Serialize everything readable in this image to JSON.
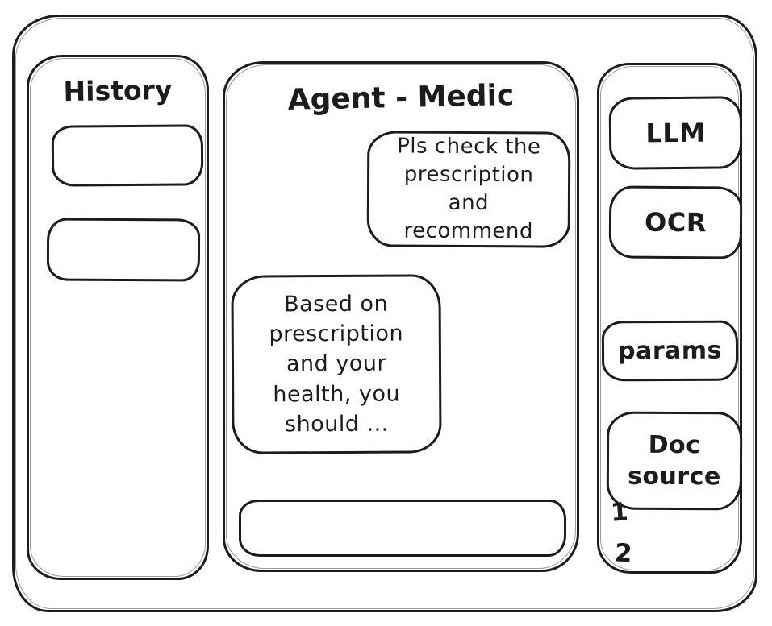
{
  "colors": {
    "ink": "#1c1c1c",
    "background": "#ffffff"
  },
  "history_panel": {
    "title": "History",
    "items": [
      {
        "label": ""
      },
      {
        "label": ""
      }
    ]
  },
  "chat_panel": {
    "title": "Agent - Medic",
    "messages": [
      {
        "role": "user",
        "text": "Pls check the prescription and recommend"
      },
      {
        "role": "assistant",
        "text": "Based on prescription and your health, you should ..."
      }
    ],
    "input": {
      "value": "",
      "placeholder": ""
    }
  },
  "tools_panel": {
    "buttons": [
      {
        "label": "LLM"
      },
      {
        "label": "OCR"
      },
      {
        "label": "params"
      },
      {
        "label": "Doc source"
      }
    ],
    "doc_source_items": [
      {
        "label": "1"
      },
      {
        "label": "2"
      }
    ]
  }
}
